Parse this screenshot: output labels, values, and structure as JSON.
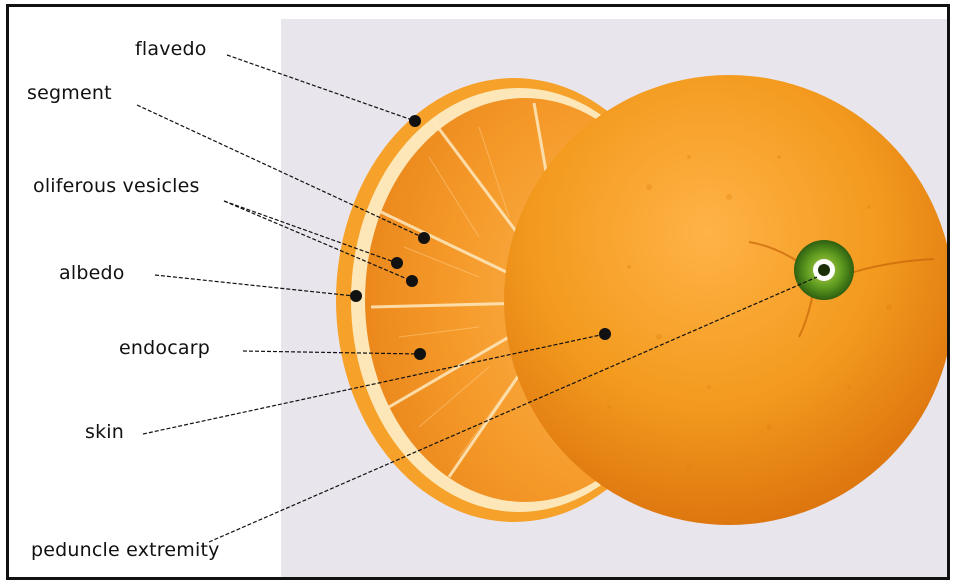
{
  "labels": {
    "flavedo": "flavedo",
    "segment": "segment",
    "oliferous_vesicles": "oliferous vesicles",
    "albedo": "albedo",
    "endocarp": "endocarp",
    "skin": "skin",
    "peduncle_extremity": "peduncle extremity"
  },
  "colors": {
    "peel": "#f39a1e",
    "pulp": "#f7a035",
    "albedo_rim": "#fde7b8",
    "background": "#e8e6ec",
    "stem": "#4f8f1c",
    "leader": "#111111"
  }
}
